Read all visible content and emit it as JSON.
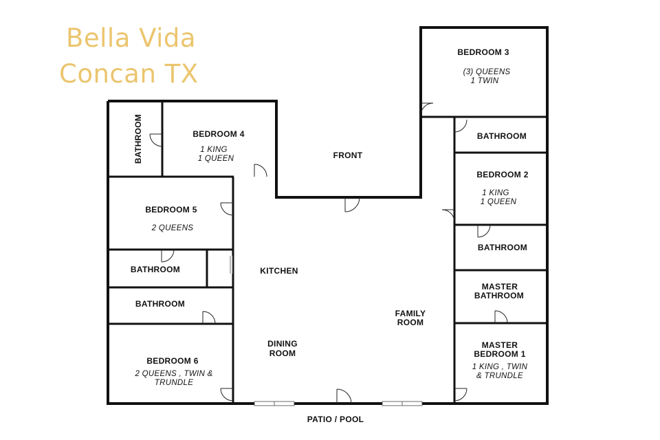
{
  "brand": {
    "line1": "Bella Vida",
    "line2": "Concan TX"
  },
  "rooms": {
    "bedroom3": {
      "name": "BEDROOM 3",
      "beds": [
        "(3) QUEENS",
        "1 TWIN"
      ]
    },
    "bedroom4": {
      "name": "BEDROOM 4",
      "beds": [
        "1 KING",
        "1 QUEEN"
      ]
    },
    "bedroom2": {
      "name": "BEDROOM 2",
      "beds": [
        "1 KING",
        "1 QUEEN"
      ]
    },
    "bedroom5": {
      "name": "BEDROOM 5",
      "beds": [
        "2 QUEENS"
      ]
    },
    "bedroom6": {
      "name": "BEDROOM 6",
      "beds": [
        "2 QUEENS , TWIN &",
        "TRUNDLE"
      ]
    },
    "master_bedroom": {
      "name": [
        "MASTER",
        "BEDROOM 1"
      ],
      "beds": [
        "1 KING , TWIN",
        "& TRUNDLE"
      ]
    },
    "master_bathroom": {
      "name": [
        "MASTER",
        "BATHROOM"
      ]
    },
    "bathroom_label": "BATHROOM",
    "front": "FRONT",
    "kitchen": "KITCHEN",
    "family_room": [
      "FAMILY",
      "ROOM"
    ],
    "dining_room": [
      "DINING",
      "ROOM"
    ],
    "patio": "PATIO / POOL"
  }
}
